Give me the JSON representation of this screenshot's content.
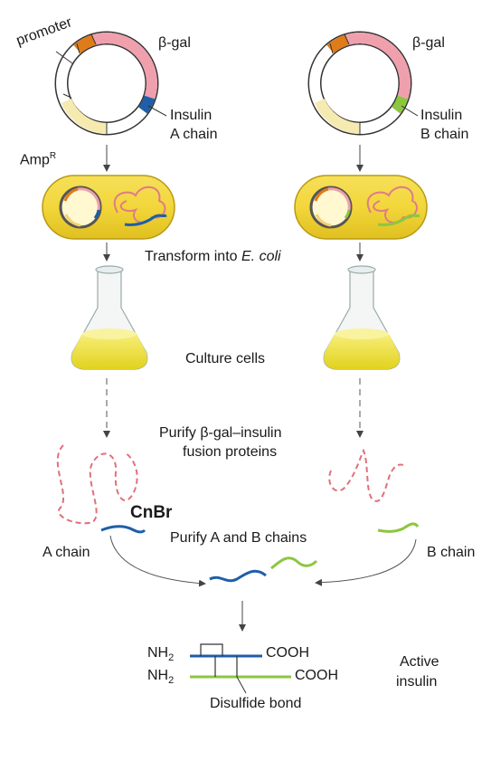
{
  "plasmid_left": {
    "promoter": "promoter",
    "beta_gal": "β-gal",
    "insulin_line1": "Insulin",
    "insulin_line2": "A chain",
    "amp_base": "Amp",
    "amp_sup": "R"
  },
  "plasmid_right": {
    "beta_gal": "β-gal",
    "insulin_line1": "Insulin",
    "insulin_line2": "B chain"
  },
  "steps": {
    "transform_prefix": "Transform into ",
    "transform_organism": "E. coli",
    "culture": "Culture cells",
    "purify_fusion_line1": "Purify β-gal–insulin",
    "purify_fusion_line2": "fusion proteins",
    "cnbr": "CnBr",
    "purify_chains": "Purify A and B chains",
    "a_chain": "A chain",
    "b_chain": "B chain"
  },
  "product": {
    "nh2_top": "NH",
    "nh2_top_sub": "2",
    "cooh_top": "COOH",
    "nh2_bottom": "NH",
    "nh2_bottom_sub": "2",
    "cooh_bottom": "COOH",
    "disulfide": "Disulfide bond",
    "active_line1": "Active",
    "active_line2": "insulin"
  },
  "colors": {
    "promoter": "#e07b1a",
    "beta_gal": "#f0a0ad",
    "insulin_a": "#1f5ea8",
    "insulin_b": "#8dc63f",
    "ampR": "#f5eab0",
    "cell_fill": "#f2d63a",
    "culture": "#e8d820",
    "fusion_dash": "#e0707a"
  }
}
